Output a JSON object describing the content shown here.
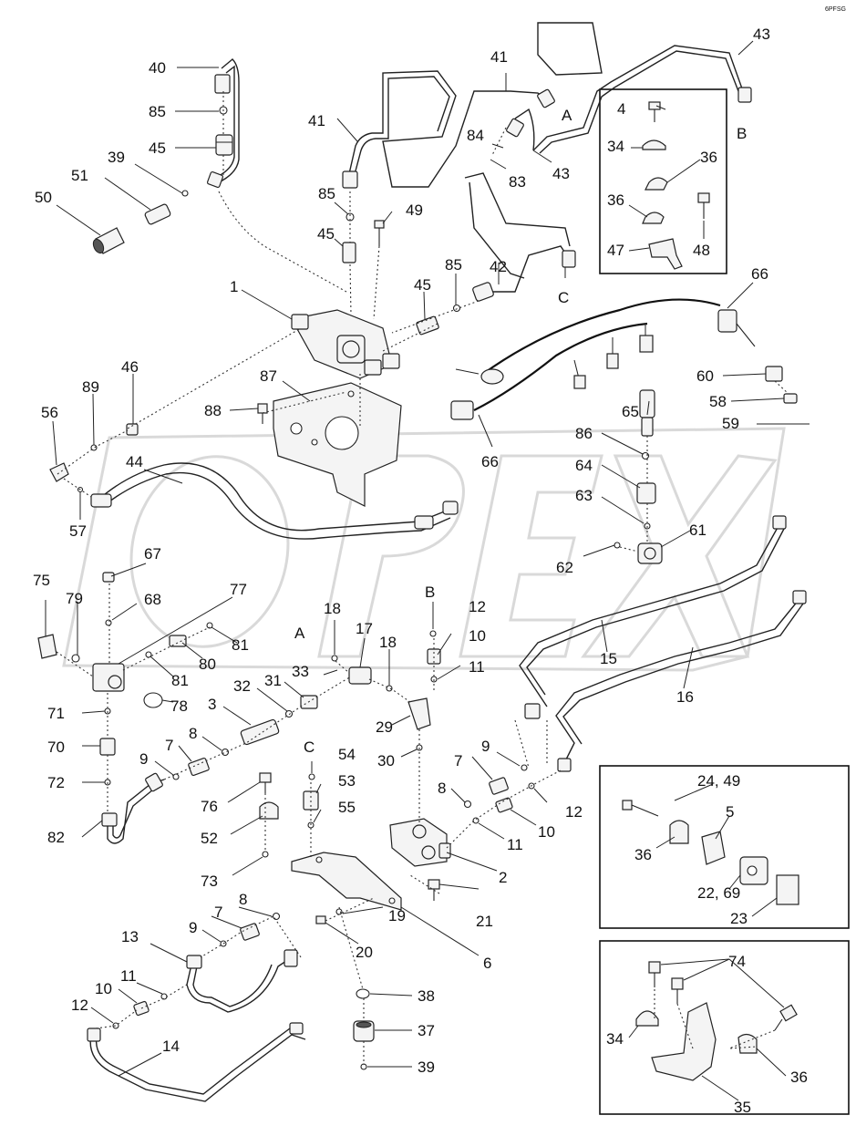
{
  "corner_mark": "6PFSG",
  "watermark_text": "OPEX",
  "callouts": {
    "c1": "1",
    "c2": "2",
    "c3": "3",
    "c5": "5",
    "c6": "6",
    "c7a": "7",
    "c7b": "7",
    "c7c": "7",
    "c8a": "8",
    "c8b": "8",
    "c8c": "8",
    "c9a": "9",
    "c9b": "9",
    "c9c": "9",
    "c10a": "10",
    "c10b": "10",
    "c10c": "10",
    "c11a": "11",
    "c11b": "11",
    "c11c": "11",
    "c12a": "12",
    "c12b": "12",
    "c12c": "12",
    "c13": "13",
    "c14": "14",
    "c15": "15",
    "c16": "16",
    "c17": "17",
    "c18a": "18",
    "c18b": "18",
    "c19": "19",
    "c20": "20",
    "c21": "21",
    "c22_69": "22, 69",
    "c23": "23",
    "c24_49": "24, 49",
    "c29": "29",
    "c30": "30",
    "c31": "31",
    "c32": "32",
    "c33": "33",
    "c34a": "34",
    "c34b": "34",
    "c35": "35",
    "c36a": "36",
    "c36b": "36",
    "c36c": "36",
    "c36d": "36",
    "c37": "37",
    "c38": "38",
    "c39a": "39",
    "c39b": "39",
    "c40": "40",
    "c41a": "41",
    "c41b": "41",
    "c42": "42",
    "c43a": "43",
    "c43b": "43",
    "c44": "44",
    "c45a": "45",
    "c45b": "45",
    "c45c": "45",
    "c46": "46",
    "c47": "47",
    "c48": "48",
    "c49": "49",
    "c50": "50",
    "c51": "51",
    "c52": "52",
    "c53": "53",
    "c54": "54",
    "c55": "55",
    "c56": "56",
    "c57": "57",
    "c58": "58",
    "c59": "59",
    "c60": "60",
    "c61": "61",
    "c62": "62",
    "c63": "63",
    "c64": "64",
    "c65": "65",
    "c66a": "66",
    "c66b": "66",
    "c67": "67",
    "c68": "68",
    "c70": "70",
    "c71": "71",
    "c72": "72",
    "c73": "73",
    "c74": "74",
    "c75": "75",
    "c76": "76",
    "c77": "77",
    "c78": "78",
    "c79": "79",
    "c80": "80",
    "c81a": "81",
    "c81b": "81",
    "c82": "82",
    "c83": "83",
    "c84": "84",
    "c85a": "85",
    "c85b": "85",
    "c85c": "85",
    "c86": "86",
    "c87": "87",
    "c88": "88",
    "c89": "89",
    "c4": "4"
  },
  "connection_letters": {
    "a_top": "A",
    "b_top": "B",
    "c_top": "C",
    "a_mid": "A",
    "b_mid": "B",
    "c_mid": "C"
  }
}
